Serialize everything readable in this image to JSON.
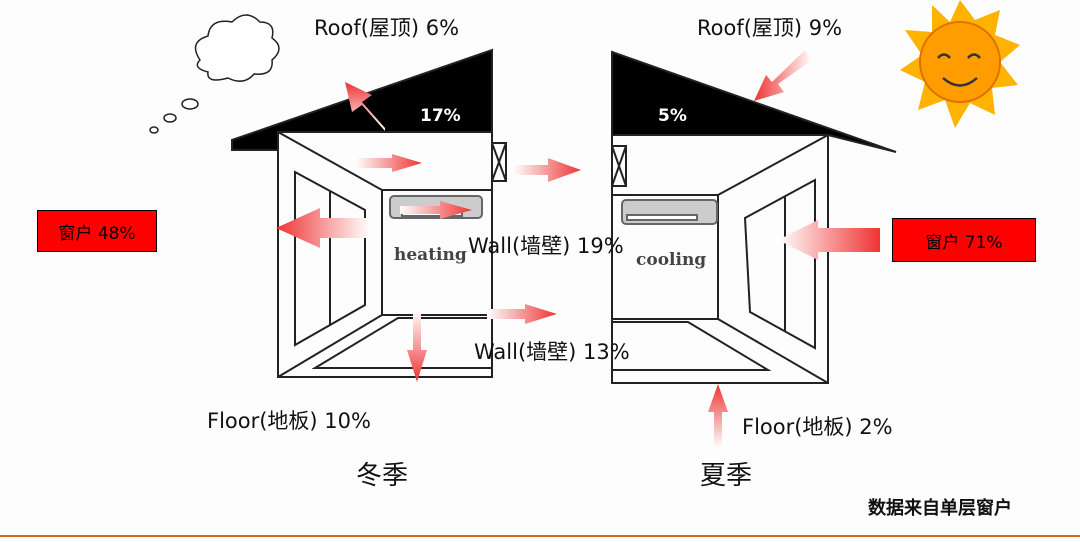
{
  "winter": {
    "roof_label": "Roof(屋顶) 6%",
    "roof_share": "17%",
    "window_label": "窗户  48%",
    "wall_label": "Wall(墙壁) 19%",
    "floor_label": "Floor(地板) 10%",
    "ac_mode": "heating",
    "season": "冬季"
  },
  "summer": {
    "roof_label": "Roof(屋顶) 9%",
    "roof_share": "5%",
    "window_label": "窗户  71%",
    "wall_label": "Wall(墙壁) 13%",
    "floor_label": "Floor(地板) 2%",
    "ac_mode": "cooling",
    "season": "夏季"
  },
  "note": "数据来自单层窗户",
  "colors": {
    "arrow": "#ee3333",
    "box": "#ff0000",
    "roof": "#000000",
    "sun": "#ffb300",
    "border": "#d2691e"
  }
}
